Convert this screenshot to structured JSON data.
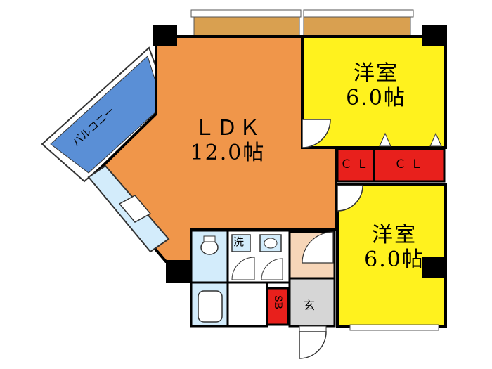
{
  "floor_plan": {
    "colors": {
      "ldk": "#f0964a",
      "western_room": "#fff21e",
      "closet": "#e8201c",
      "balcony": "#5a8fd6",
      "wet_area": "#d3ecfb",
      "entrance": "#f7d6b8",
      "genkan_floor": "#d6d6d6",
      "wall": "#000000",
      "window_frame": "#d9a050"
    },
    "rooms": {
      "ldk": {
        "name": "ＬＤＫ",
        "size": "12.0帖"
      },
      "western_room_top": {
        "name": "洋室",
        "size": "6.0帖"
      },
      "western_room_bottom": {
        "name": "洋室",
        "size": "6.0帖"
      },
      "closet_left": {
        "name": "ＣＬ"
      },
      "closet_right": {
        "name": "ＣＬ"
      },
      "balcony": {
        "name": "バルコニー"
      },
      "shoe_box": {
        "name": "SB"
      },
      "washer": {
        "name": "洗"
      },
      "entrance": {
        "name": "玄"
      }
    }
  }
}
